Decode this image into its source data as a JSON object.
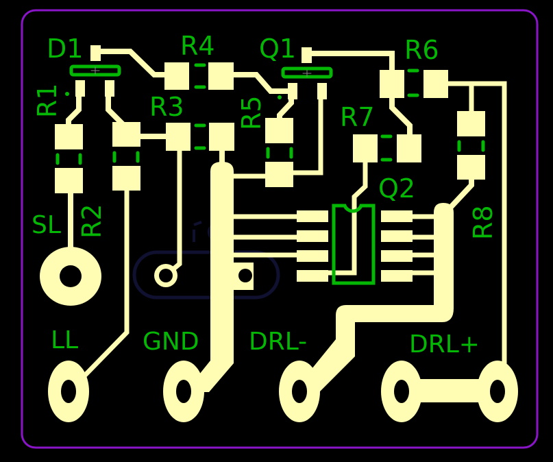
{
  "colors": {
    "background": "#000000",
    "copper": "#fffcb4",
    "silkscreen": "#05b705",
    "outline": "#8a14c8",
    "bottom_silk": "#101030",
    "marker": "#888888"
  },
  "board": {
    "title": "ECG driven-right-leg front-end PCB",
    "components": {
      "D1": "D1",
      "Q1": "Q1",
      "Q2": "Q2",
      "R1": "R1",
      "R2": "R2",
      "R3": "R3",
      "R4": "R4",
      "R5": "R5",
      "R6": "R6",
      "R7": "R7",
      "R8": "R8"
    },
    "connectors": {
      "SL": "SL",
      "LL": "LL",
      "GND": "GND",
      "DRL_minus": "DRL-",
      "DRL_plus": "DRL+"
    },
    "bottom_label": "IC"
  }
}
